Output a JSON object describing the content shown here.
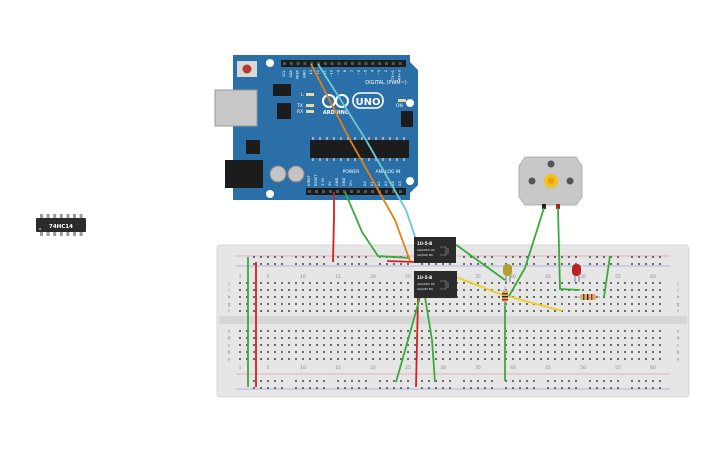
{
  "ic": {
    "label": "74HC14"
  },
  "arduino": {
    "digital_header": "DIGITAL (PWM~)",
    "uno": "UNO",
    "arduino_text": "ARDUINO",
    "power_label": "POWER",
    "analog_label": "ANALOG IN",
    "on_label": "ON",
    "l_label": "L",
    "tx_label": "TX",
    "rx_label": "RX",
    "top_pins": [
      "SCL",
      "SDA",
      "AREF",
      "GND",
      "13",
      "12",
      "~11",
      "~10",
      "~9",
      "8",
      "7",
      "~6",
      "~5",
      "4",
      "~3",
      "2",
      "TX→1",
      "RX←0"
    ],
    "power_pins": [
      "IOREF",
      "RESET",
      "3.3V",
      "5V",
      "GND",
      "GND",
      "Vin"
    ],
    "analog_pins": [
      "A0",
      "A1",
      "A2",
      "A3",
      "A4",
      "A5"
    ]
  },
  "relays": [
    {
      "title": "1U-5-B",
      "line1": "1A/125V AC",
      "line2": "1A/24V DC"
    },
    {
      "title": "1U-5-B",
      "line1": "1A/125V AC",
      "line2": "1A/24V DC"
    }
  ],
  "breadboard": {
    "column_numbers": [
      "1",
      "5",
      "10",
      "15",
      "20",
      "25",
      "30",
      "35",
      "40",
      "45",
      "50",
      "55",
      "60"
    ],
    "row_letters_top": [
      "j",
      "i",
      "h",
      "g",
      "f"
    ],
    "row_letters_bottom": [
      "e",
      "d",
      "c",
      "b",
      "a"
    ]
  },
  "colors": {
    "arduino_board": "#2a6fa8",
    "breadboard": "#e6e6e6",
    "wire_red": "#d42020",
    "wire_green": "#3aaa3a",
    "wire_orange": "#e0801a",
    "wire_cyan": "#6ac8d0",
    "wire_yellow": "#e8d020",
    "relay": "#2b2b2b",
    "motor": "#c8c8c8"
  }
}
